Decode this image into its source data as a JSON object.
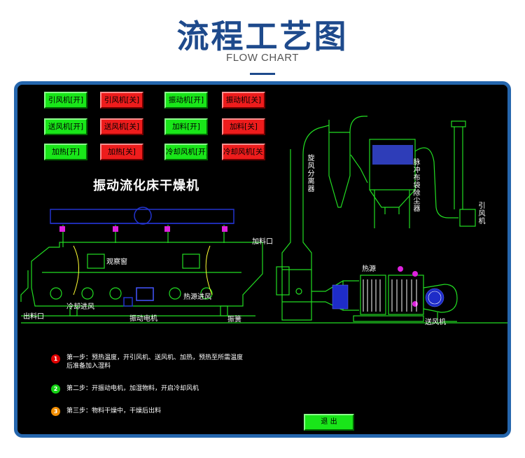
{
  "header": {
    "title": "流程工艺图",
    "subtitle": "FLOW CHART"
  },
  "controls": {
    "induced_fan_on": "引风机[开]",
    "induced_fan_off": "引风机[关]",
    "vibration_on": "振动机[开]",
    "vibration_off": "振动机[关]",
    "blower_on": "送风机[开]",
    "blower_off": "送风机[关]",
    "feed_on": "加料[开]",
    "feed_off": "加料[关]",
    "heat_on": "加热[开]",
    "heat_off": "加热[关]",
    "cooling_fan_on": "冷却风机[开]",
    "cooling_fan_off": "冷却风机[关]"
  },
  "machine_title": "振动流化床干燥机",
  "labels": {
    "observation_window": "观察窗",
    "feed_port": "加料口",
    "cooling_air_inlet": "冷却进风",
    "heat_air_inlet": "热源进风",
    "discharge_port": "出料口",
    "vibration_motor": "振动电机",
    "spring": "振簧",
    "heat_source": "热源",
    "blower": "送风机",
    "cyclone": "旋风分离器",
    "bag_filter": "脉冲布袋除尘器",
    "induced_fan": "引风机"
  },
  "steps": [
    {
      "num": "1",
      "text": "第一步：预热温度，开引风机、送风机、加热，预热至所需温度后准备加入湿料",
      "color": "#e00000"
    },
    {
      "num": "2",
      "text": "第二步：开振动电机，加湿物料，开启冷却风机",
      "color": "#14d214"
    },
    {
      "num": "3",
      "text": "第三步：物料干燥中，干燥后出料",
      "color": "#f08c00"
    }
  ],
  "exit_label": "退 出",
  "colors": {
    "accent": "#1e4a8c",
    "panel_border": "#2566ad",
    "line": "#22dd22",
    "frame": "#2233cc",
    "on": "#19e619",
    "off": "#ee1c1c"
  }
}
